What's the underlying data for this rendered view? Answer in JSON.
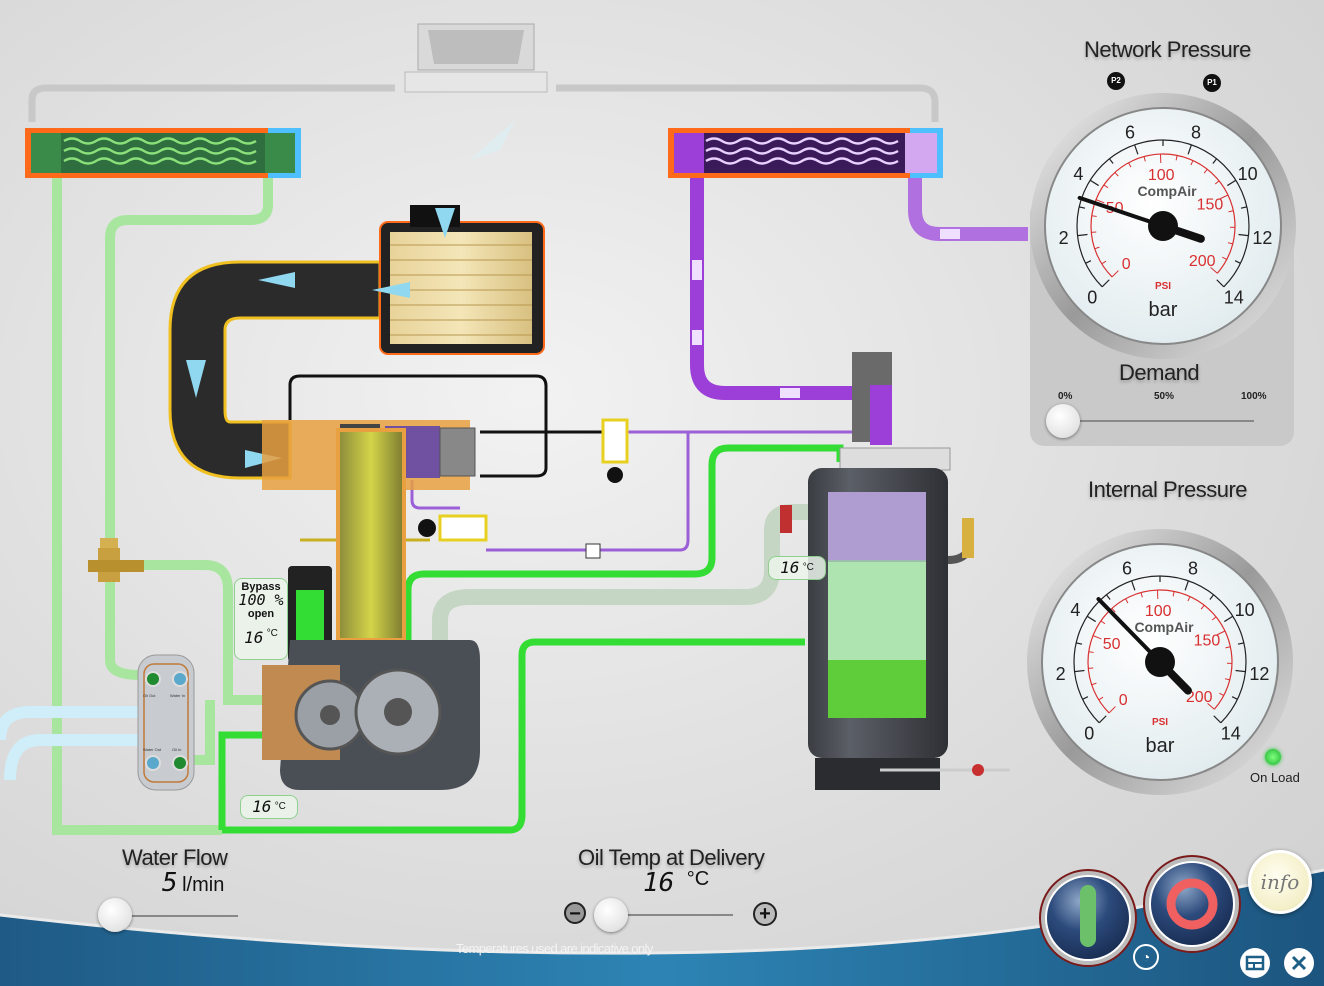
{
  "network_gauge": {
    "title": "Network Pressure",
    "markers": [
      "P2",
      "P1"
    ],
    "bar_labels": [
      "0",
      "2",
      "4",
      "6",
      "8",
      "10",
      "12",
      "14"
    ],
    "psi_labels": [
      "0",
      "50",
      "100",
      "150",
      "200"
    ],
    "brand": "CompAir",
    "psi_unit": "PSI",
    "bar_unit": "bar",
    "needle_bar": 3.3
  },
  "demand": {
    "title": "Demand",
    "ticks": [
      "0%",
      "50%",
      "100%"
    ],
    "value_percent": 0
  },
  "internal_gauge": {
    "title": "Internal Pressure",
    "bar_labels": [
      "0",
      "2",
      "4",
      "6",
      "8",
      "10",
      "12",
      "14"
    ],
    "psi_labels": [
      "0",
      "50",
      "100",
      "150",
      "200"
    ],
    "brand": "CompAir",
    "psi_unit": "PSI",
    "bar_unit": "bar",
    "needle_bar": 4.7,
    "status_label": "On Load",
    "status_color": "#2ecc40"
  },
  "water_flow": {
    "title": "Water Flow",
    "value": "5",
    "unit": "l/min"
  },
  "oil_temp": {
    "title": "Oil Temp at Delivery",
    "value": "16",
    "unit": "°C",
    "minus": "−",
    "plus": "+"
  },
  "disclaimer": "Temperatures used are indicative only",
  "bypass": {
    "title": "Bypass",
    "value": "100 %",
    "state": "open",
    "temp": "16",
    "temp_unit": "°C"
  },
  "temp_callouts": [
    {
      "value": "16",
      "unit": "°C"
    },
    {
      "value": "16",
      "unit": "°C"
    }
  ],
  "heat_exchanger_labels": [
    "Oil Out",
    "Water In",
    "Water Out",
    "Oil In"
  ],
  "controls": {
    "start": "start",
    "stop": "stop",
    "info": "info"
  },
  "colors": {
    "oil": "#33dd33",
    "oil_light": "#a8e6a0",
    "air_hot": "#9b3fd8",
    "water": "#bfe6f5",
    "brand_blue": "#1d5f86"
  }
}
